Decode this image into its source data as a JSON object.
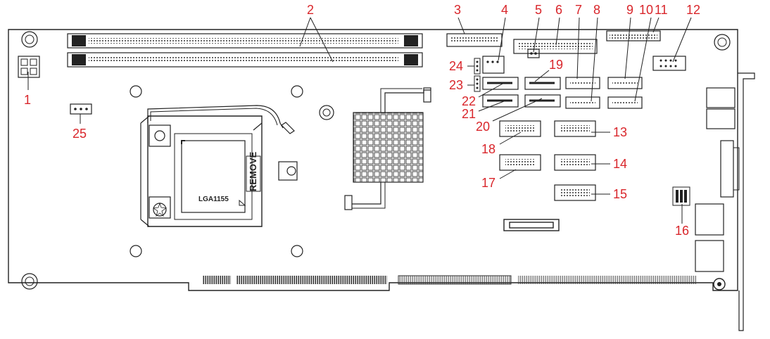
{
  "diagram": {
    "socket_label": "LGA1155",
    "remove_label": "REMOVE",
    "callout_color": "#d9262b",
    "line_color": "#222222",
    "callouts": [
      {
        "id": "1",
        "text": "1"
      },
      {
        "id": "2",
        "text": "2"
      },
      {
        "id": "3",
        "text": "3"
      },
      {
        "id": "4",
        "text": "4"
      },
      {
        "id": "5",
        "text": "5"
      },
      {
        "id": "6",
        "text": "6"
      },
      {
        "id": "7",
        "text": "7"
      },
      {
        "id": "8",
        "text": "8"
      },
      {
        "id": "9",
        "text": "9"
      },
      {
        "id": "10",
        "text": "10"
      },
      {
        "id": "11",
        "text": "11"
      },
      {
        "id": "12",
        "text": "12"
      },
      {
        "id": "13",
        "text": "13"
      },
      {
        "id": "14",
        "text": "14"
      },
      {
        "id": "15",
        "text": "15"
      },
      {
        "id": "16",
        "text": "16"
      },
      {
        "id": "17",
        "text": "17"
      },
      {
        "id": "18",
        "text": "18"
      },
      {
        "id": "19",
        "text": "19"
      },
      {
        "id": "20",
        "text": "20"
      },
      {
        "id": "21",
        "text": "21"
      },
      {
        "id": "22",
        "text": "22"
      },
      {
        "id": "23",
        "text": "23"
      },
      {
        "id": "24",
        "text": "24"
      },
      {
        "id": "25",
        "text": "25"
      }
    ]
  }
}
